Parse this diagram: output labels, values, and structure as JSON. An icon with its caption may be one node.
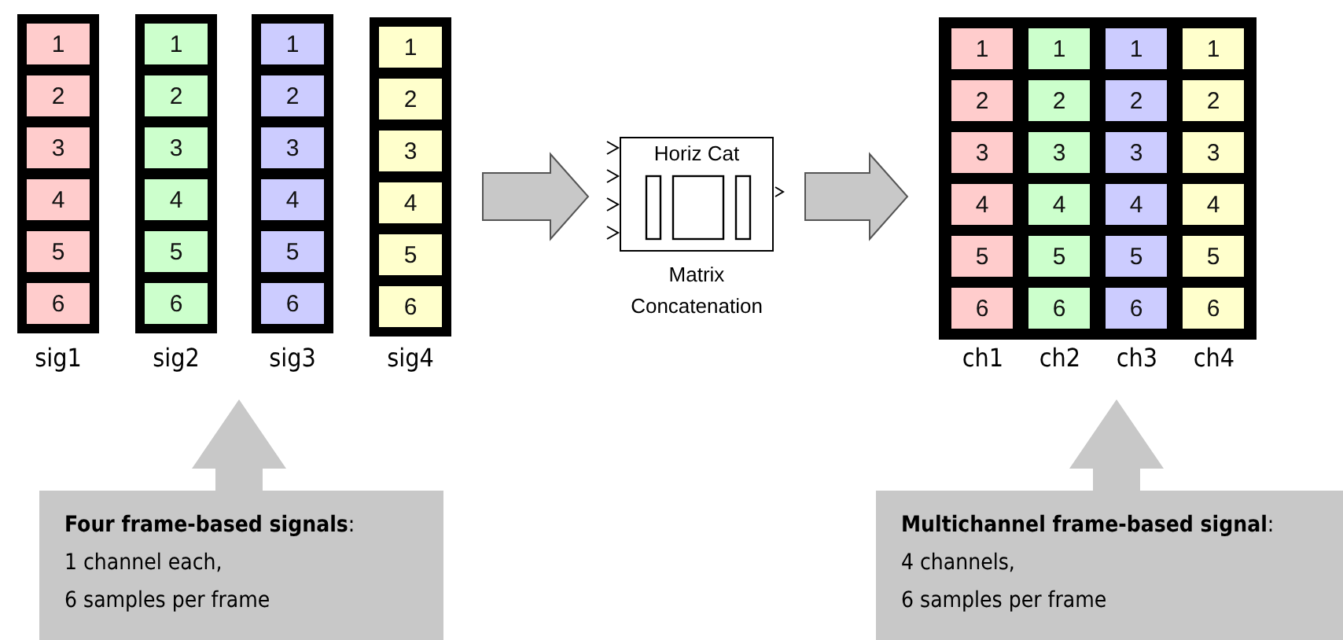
{
  "diagram": {
    "nodes": [
      {
        "text": [
          "1",
          "2",
          "3",
          "4",
          "5",
          "6"
        ],
        "beside": [
          "sig1"
        ]
      },
      {
        "text": [
          "1",
          "2",
          "3",
          "4",
          "5",
          "6"
        ],
        "beside": [
          "sig2"
        ]
      },
      {
        "text": [
          "1",
          "2",
          "3",
          "4",
          "5",
          "6"
        ],
        "beside": [
          "sig3"
        ]
      },
      {
        "text": [
          "1",
          "2",
          "3",
          "4",
          "5",
          "6"
        ],
        "beside": [
          "sig4"
        ]
      },
      {
        "text": [
          "Horiz Cat"
        ],
        "beside": [
          "Matrix Concatenation"
        ]
      },
      {
        "text": [],
        "shape": "box"
      },
      {
        "text": [
          "1",
          "2",
          "3",
          "4",
          "5",
          "6"
        ],
        "beside": [
          "ch1"
        ],
        "in": 5
      },
      {
        "text": [
          "1",
          "2",
          "3",
          "4",
          "5",
          "6"
        ],
        "beside": [
          "ch2"
        ],
        "in": 5
      },
      {
        "text": [
          "1",
          "2",
          "3",
          "4",
          "5",
          "6"
        ],
        "beside": [
          "ch3"
        ],
        "in": 5
      },
      {
        "text": [
          "1",
          "2",
          "3",
          "4",
          "5",
          "6"
        ],
        "beside": [
          "ch4"
        ],
        "in": 5
      },
      {
        "text": [
          "**Four frame-based signals**:",
          "1 channel each,",
          "6 samples per frame"
        ]
      },
      {
        "text": [
          "**Multichannel frame-based signal**:",
          "4 channels,",
          "6 samples per frame"
        ]
      }
    ],
    "edges": [
      {
        "from": 3,
        "to": 4,
        "arrow": "to",
        "style": "thick"
      },
      {
        "from": 4,
        "to": 5,
        "arrow": "to",
        "style": "thick"
      },
      {
        "from": 10,
        "to": null,
        "arrow": "to",
        "style": "thick"
      },
      {
        "from": 11,
        "to": null,
        "arrow": "to",
        "style": "thick"
      }
    ]
  }
}
